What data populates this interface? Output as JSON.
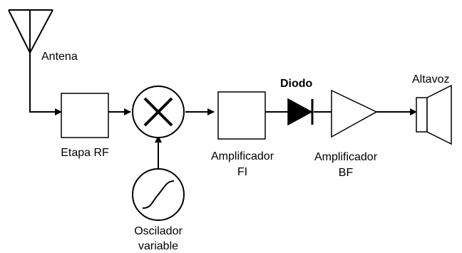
{
  "labels": {
    "antenna": "Antena",
    "rf_stage": "Etapa RF",
    "oscillator_line1": "Oscilador",
    "oscillator_line2": "variable",
    "if_amp_line1": "Amplificador",
    "if_amp_line2": "FI",
    "diode": "Diodo",
    "bf_amp_line1": "Amplificador",
    "bf_amp_line2": "BF",
    "speaker": "Altavoz"
  },
  "icons": [
    "antenna-icon",
    "mixer-icon",
    "oscillator-icon",
    "diode-icon",
    "amplifier-icon",
    "speaker-icon"
  ],
  "colors": {
    "stroke": "#000000",
    "background": "#ffffff"
  }
}
